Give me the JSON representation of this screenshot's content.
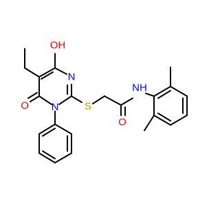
{
  "molecule": {
    "labels": {
      "hydroxyl": "OH",
      "carbonyl_ring": "O",
      "sulfur": "S",
      "ring_nitrogen_1": "N",
      "ring_nitrogen_3": "N",
      "amide_nh": "NH",
      "amide_o": "O"
    },
    "colors": {
      "bond": "#000000",
      "O": "#ff0000",
      "N": "#0000ff",
      "S": "#b8a000"
    }
  }
}
